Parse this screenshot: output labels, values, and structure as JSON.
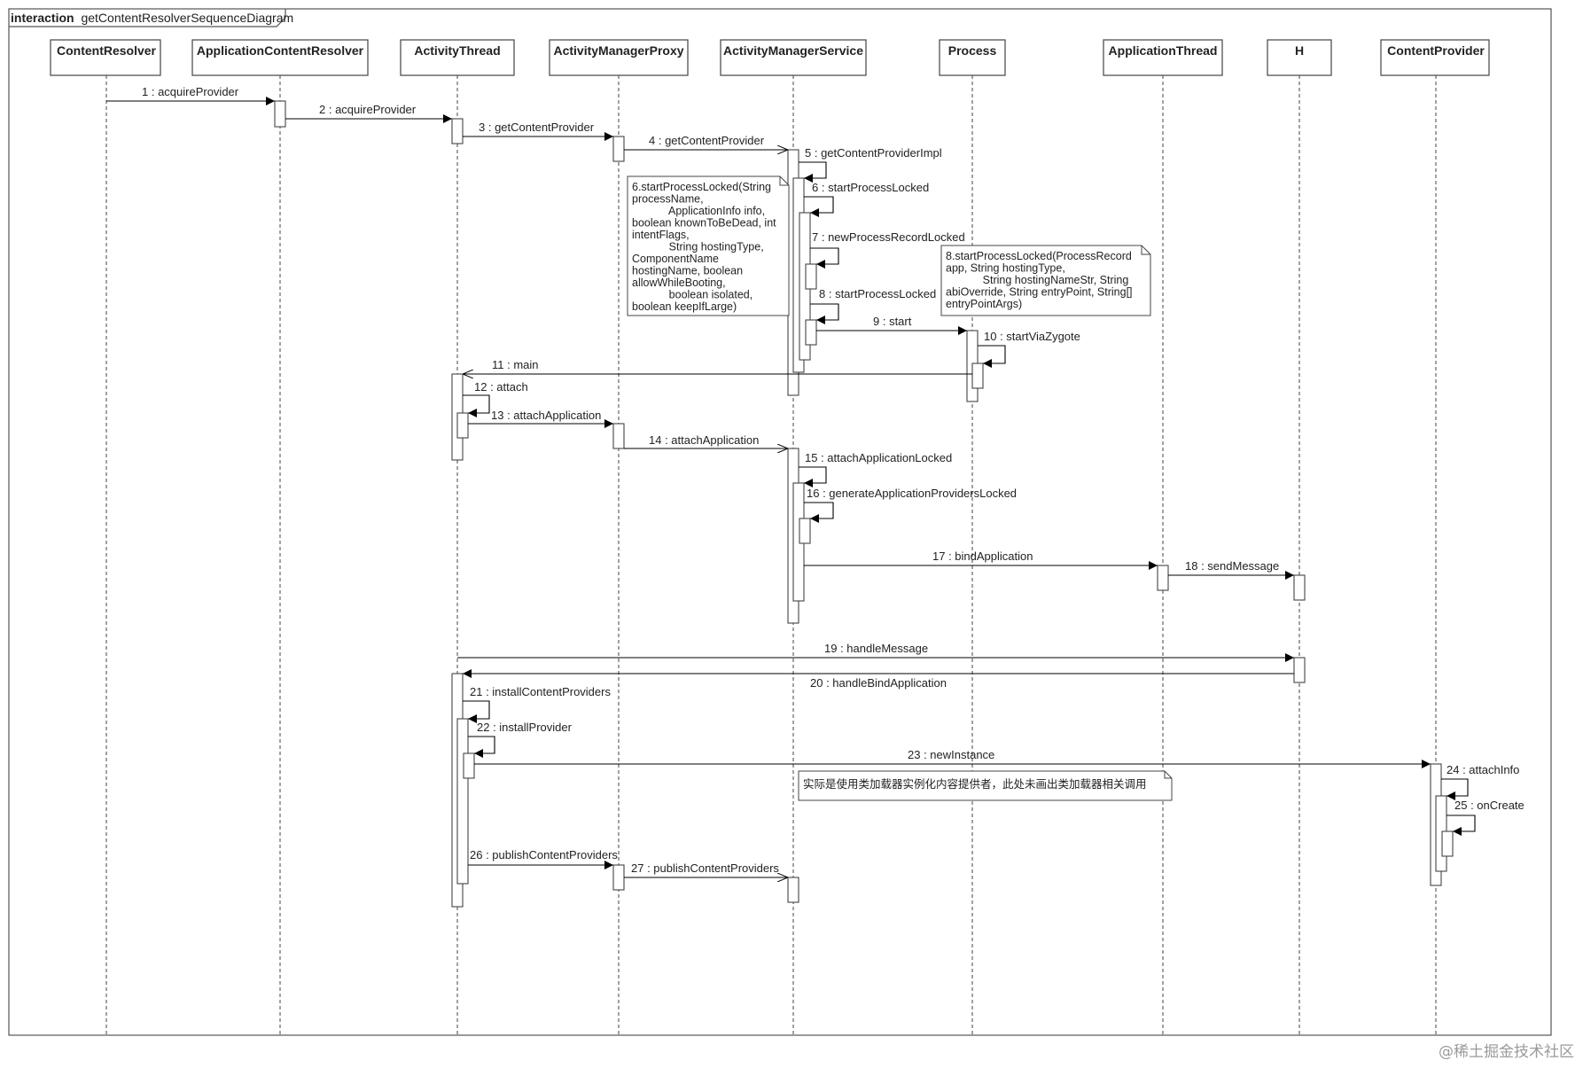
{
  "frame": {
    "keyword": "interaction",
    "name": "getContentResolverSequenceDiagram"
  },
  "lifelines": [
    {
      "name": "ContentResolver"
    },
    {
      "name": "ApplicationContentResolver"
    },
    {
      "name": "ActivityThread"
    },
    {
      "name": "ActivityManagerProxy"
    },
    {
      "name": "ActivityManagerService"
    },
    {
      "name": "Process"
    },
    {
      "name": "ApplicationThread"
    },
    {
      "name": "H"
    },
    {
      "name": "ContentProvider"
    }
  ],
  "messages": [
    {
      "label": "1 : acquireProvider"
    },
    {
      "label": "2 : acquireProvider"
    },
    {
      "label": "3 : getContentProvider"
    },
    {
      "label": "4 : getContentProvider"
    },
    {
      "label": "5 : getContentProviderImpl"
    },
    {
      "label": "6 : startProcessLocked"
    },
    {
      "label": "7 : newProcessRecordLocked"
    },
    {
      "label": "8 : startProcessLocked"
    },
    {
      "label": "9 : start"
    },
    {
      "label": "10 : startViaZygote"
    },
    {
      "label": "11 : main"
    },
    {
      "label": "12 : attach"
    },
    {
      "label": "13 : attachApplication"
    },
    {
      "label": "14 : attachApplication"
    },
    {
      "label": "15 : attachApplicationLocked"
    },
    {
      "label": "16 : generateApplicationProvidersLocked"
    },
    {
      "label": "17 : bindApplication"
    },
    {
      "label": "18 : sendMessage"
    },
    {
      "label": "19 : handleMessage"
    },
    {
      "label": "20 : handleBindApplication"
    },
    {
      "label": "21 : installContentProviders"
    },
    {
      "label": "22 : installProvider"
    },
    {
      "label": "23 : newInstance"
    },
    {
      "label": "24 : attachInfo"
    },
    {
      "label": "25 : onCreate"
    },
    {
      "label": "26 : publishContentProviders"
    },
    {
      "label": "27 : publishContentProviders"
    }
  ],
  "notes": [
    {
      "lines": [
        "6.startProcessLocked(String",
        "processName,",
        "            ApplicationInfo info,",
        "boolean knownToBeDead, int",
        "intentFlags,",
        "            String hostingType,",
        "ComponentName",
        "hostingName, boolean",
        "allowWhileBooting,",
        "            boolean isolated,",
        "boolean keepIfLarge)"
      ]
    },
    {
      "lines": [
        "8.startProcessLocked(ProcessRecord",
        "app, String hostingType,",
        "            String hostingNameStr, String",
        "abiOverride, String entryPoint, String[]",
        "entryPointArgs)"
      ]
    },
    {
      "lines": [
        "实际是使用类加载器实例化内容提供者，此处未画出类加载器相关调用"
      ]
    }
  ],
  "watermark": "@稀土掘金技术社区"
}
